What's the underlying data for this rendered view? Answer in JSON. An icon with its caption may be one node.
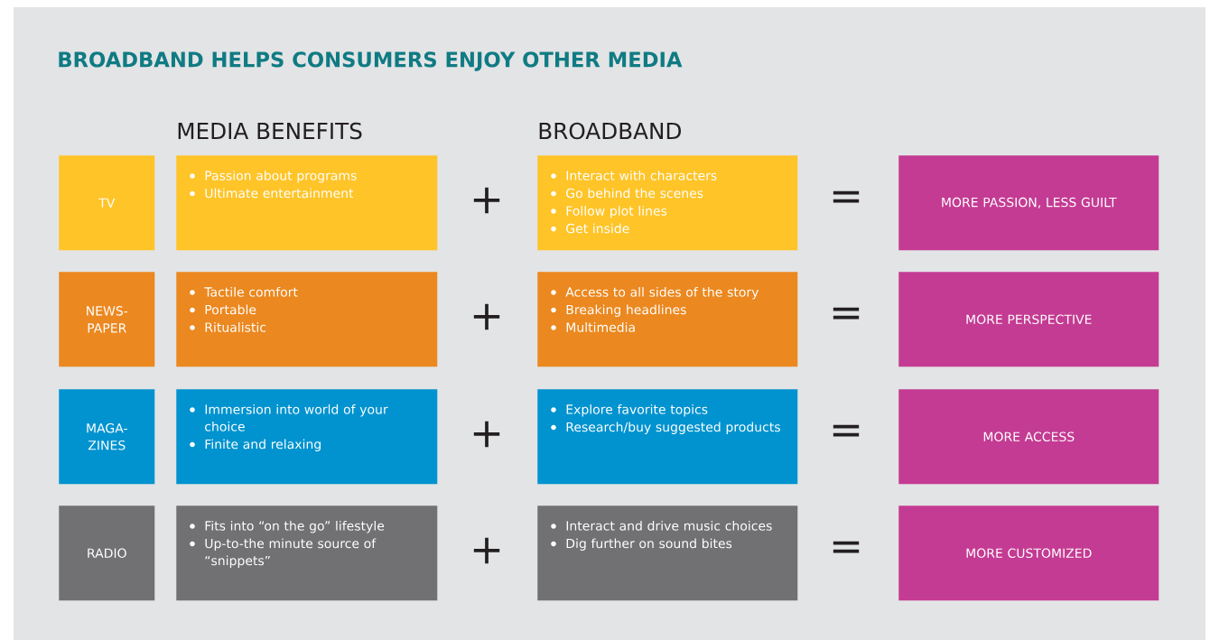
{
  "diagram": {
    "title": "BROADBAND HELPS CONSUMERS ENJOY OTHER MEDIA",
    "nodes": [
      {
        "text": [
          "TV"
        ]
      },
      {
        "text": [
          "Passion about programs",
          "Ultimate entertainment"
        ]
      },
      {
        "text": [
          "Interact with characters",
          "Go behind the scenes",
          "Follow plot lines",
          "Get inside"
        ]
      },
      {
        "text": [
          "MORE PASSION, LESS GUILT"
        ]
      },
      {
        "text": [
          "NEWS- PAPER"
        ]
      },
      {
        "text": [
          "Tactile comfort",
          "Portable",
          "Ritualistic"
        ]
      },
      {
        "text": [
          "Access to all sides of the story",
          "Breaking headlines",
          "Multimedia"
        ]
      },
      {
        "text": [
          "MORE PERSPECTIVE"
        ]
      },
      {
        "text": [
          "MAGA- ZINES"
        ]
      },
      {
        "text": [
          "Immersion into world of your choice",
          "Finite and relaxing"
        ]
      },
      {
        "text": [
          "Explore favorite topics",
          "Research/buy suggested products"
        ]
      },
      {
        "text": [
          "MORE ACCESS"
        ]
      },
      {
        "text": [
          "RADIO"
        ]
      },
      {
        "text": [
          "Fits into “on the go” lifestyle",
          "Up-to-the minute source of “snippets”"
        ]
      },
      {
        "text": [
          "Interact and drive music choices",
          "Dig further on sound bites"
        ]
      },
      {
        "text": [
          "MORE CUSTOMIZED"
        ]
      }
    ],
    "labels": [
      "MEDIA BENEFITS",
      "BROADBAND",
      "+",
      "=",
      "+",
      "=",
      "+",
      "=",
      "+",
      "="
    ]
  }
}
